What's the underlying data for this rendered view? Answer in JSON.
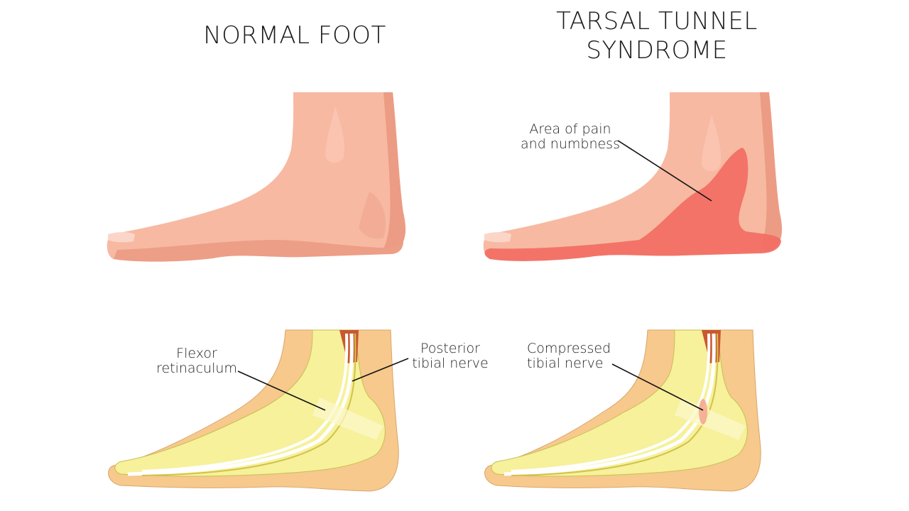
{
  "titles": {
    "normal": "NORMAL FOOT",
    "tarsal_line1": "TARSAL TUNNEL",
    "tarsal_line2": "SYNDROME"
  },
  "labels": {
    "pain_line1": "Area of pain",
    "pain_line2": "and numbness",
    "flexor_line1": "Flexor",
    "flexor_line2": "retinaculum",
    "posterior_line1": "Posterior",
    "posterior_line2": "tibial nerve",
    "compressed_line1": "Compressed",
    "compressed_line2": "tibial nerve"
  },
  "colors": {
    "skin": "#f7b9a2",
    "skin_shade": "#eea189",
    "pain": "#f26d63",
    "bone": "#f6f19a",
    "tissue": "#f7c98d",
    "muscle": "#c9582f",
    "nerve": "#ffffff"
  }
}
